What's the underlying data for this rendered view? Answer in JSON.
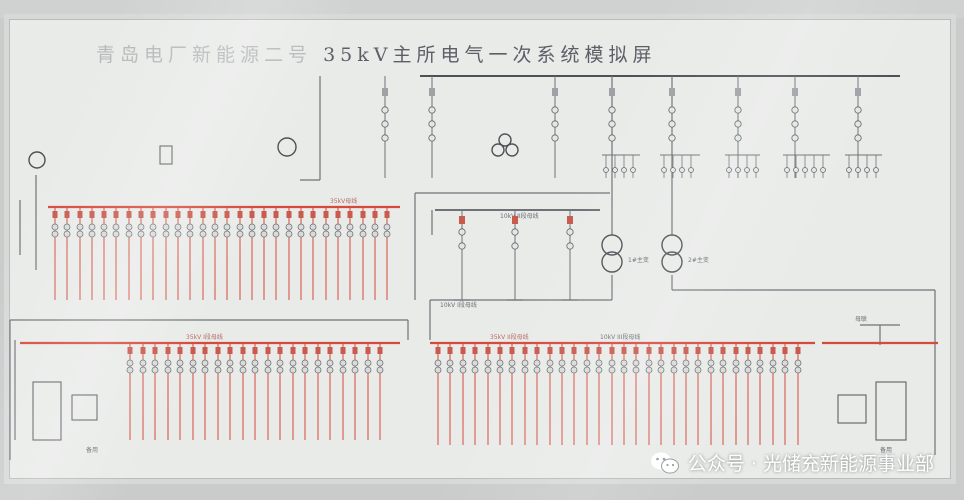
{
  "title": {
    "faded": "青岛电厂新能源二号",
    "main": "35kV主所电气一次系统模拟屏"
  },
  "labels": {
    "upper_bus_left": "35kV母线",
    "bus_mid_left": "35kV I段母线",
    "bus_mid_right": "35kV II段母线",
    "tr1": "1#主变",
    "tr2": "2#主变",
    "low_bus_left": "10kV I段母线",
    "low_bus_mid": "10kV II段母线",
    "low_bus_right": "10kV III段母线",
    "bus_tie": "母联",
    "footer_left": "备用",
    "footer_right": "备用"
  },
  "watermark": {
    "text": "公众号 · 光储充新能源事业部",
    "icon": "wechat-icon"
  },
  "colors": {
    "bus_red": "#d64a3c",
    "line_gray": "#6f7378",
    "board": "#e9ebe9"
  }
}
